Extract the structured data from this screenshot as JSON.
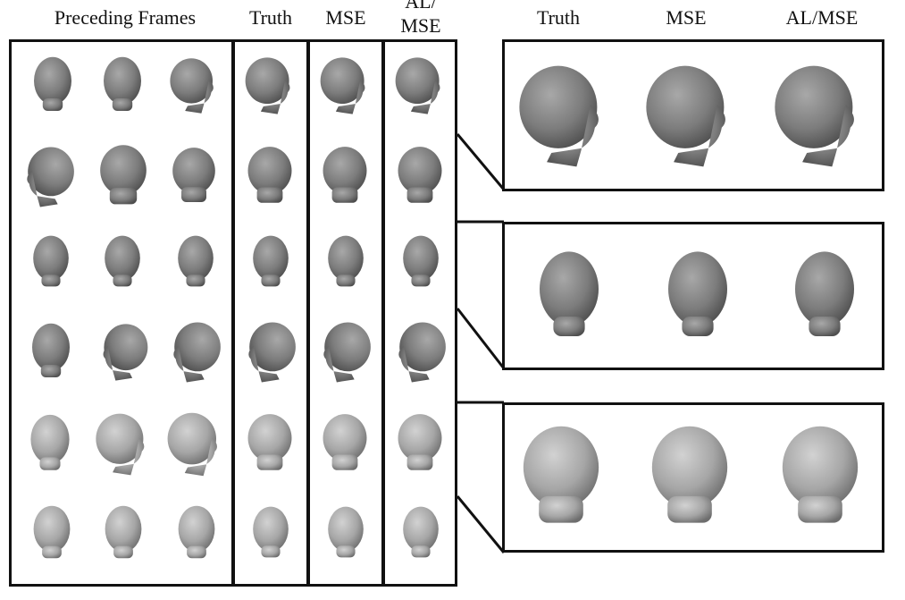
{
  "headers": {
    "preceding_frames": "Preceding Frames",
    "truth": "Truth",
    "mse": "MSE",
    "al_mse_line1": "AL/",
    "al_mse_line2": "MSE",
    "zoom_truth": "Truth",
    "zoom_mse": "MSE",
    "zoom_al_mse": "AL/MSE"
  }
}
